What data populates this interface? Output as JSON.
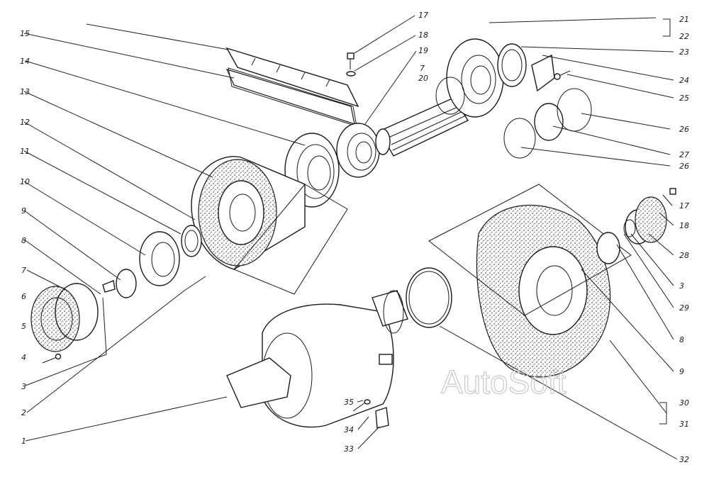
{
  "watermark": "AutoSoft",
  "labels": {
    "l1": "1",
    "l2": "2",
    "l3a": "3",
    "l3b": "3",
    "l4": "4",
    "l5": "5",
    "l6": "6",
    "l7a": "7",
    "l7b": "7",
    "l8a": "8",
    "l8b": "8",
    "l9a": "9",
    "l9b": "9",
    "l10": "10",
    "l11": "11",
    "l12": "12",
    "l13": "13",
    "l14": "14",
    "l15": "15",
    "l17a": "17",
    "l17b": "17",
    "l18a": "18",
    "l18b": "18",
    "l19": "19",
    "l20": "20",
    "l21": "21",
    "l22": "22",
    "l23": "23",
    "l24": "24",
    "l25": "25",
    "l26a": "26",
    "l26b": "26",
    "l27": "27",
    "l28": "28",
    "l29": "29",
    "l30": "30",
    "l31": "31",
    "l32": "32",
    "l33": "33",
    "l34": "34",
    "l35": "35"
  }
}
